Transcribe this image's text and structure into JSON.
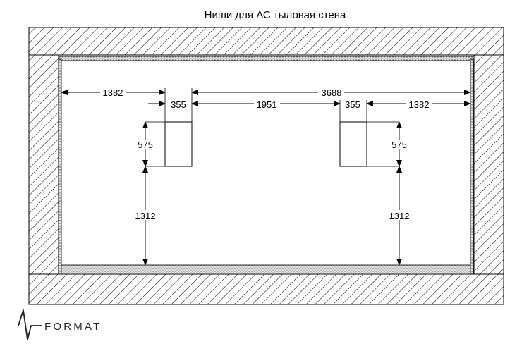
{
  "title": "Ниши для АС тыловая стена",
  "logo": {
    "text": "FORMAT",
    "icon": "format-logo-icon"
  },
  "dimensions": {
    "left_offset": "1382",
    "niche_width_left": "355",
    "between_niches": "1951",
    "niche_width_right": "355",
    "right_offset": "1382",
    "inner_width": "3688",
    "niche_height_left": "575",
    "niche_height_right": "575",
    "floor_to_niche_left": "1312",
    "floor_to_niche_right": "1312"
  },
  "colors": {
    "line": "#000000",
    "hatch": "#000000",
    "background": "#ffffff"
  }
}
